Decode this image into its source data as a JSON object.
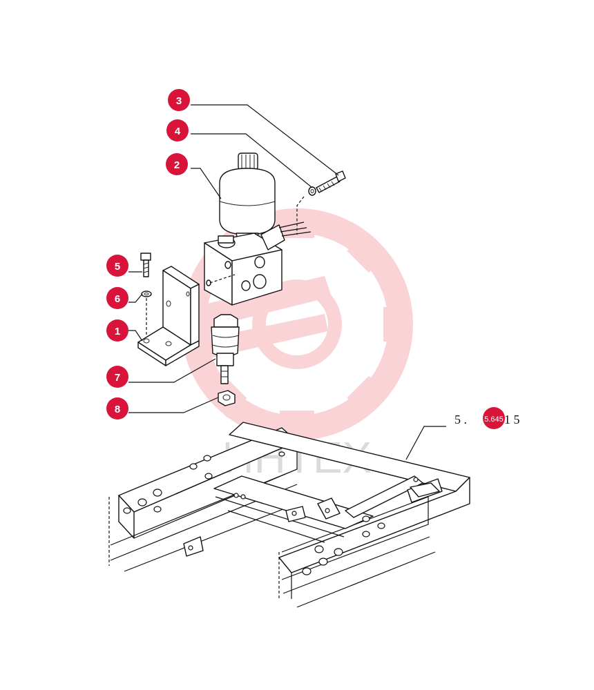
{
  "callouts": [
    {
      "num": "3"
    },
    {
      "num": "4"
    },
    {
      "num": "2"
    },
    {
      "num": "5"
    },
    {
      "num": "6"
    },
    {
      "num": "1"
    },
    {
      "num": "7"
    },
    {
      "num": "8"
    }
  ],
  "reference": {
    "part1": "5 .",
    "badge": "5.645",
    "part2": "1 5"
  },
  "watermark": {
    "text": "ИНТЕХ",
    "color": "#e8283c"
  },
  "colors": {
    "callout": "#d8143a",
    "line": "#111111"
  }
}
